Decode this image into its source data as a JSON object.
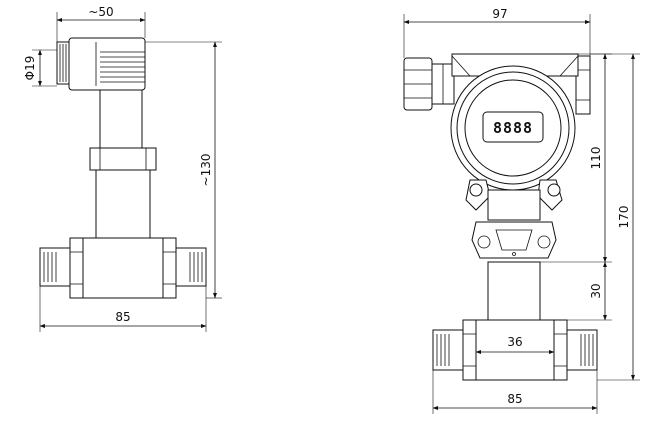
{
  "side_view": {
    "dim_top_width": "~50",
    "dim_connector_dia": "Φ19",
    "dim_height": "~130",
    "dim_bottom_width": "85"
  },
  "front_view": {
    "dim_top_width": "97",
    "dim_head_height": "110",
    "dim_total_height": "170",
    "dim_neck_height": "30",
    "dim_body_width": "36",
    "dim_bottom_width": "85",
    "lcd_text": "8888"
  }
}
